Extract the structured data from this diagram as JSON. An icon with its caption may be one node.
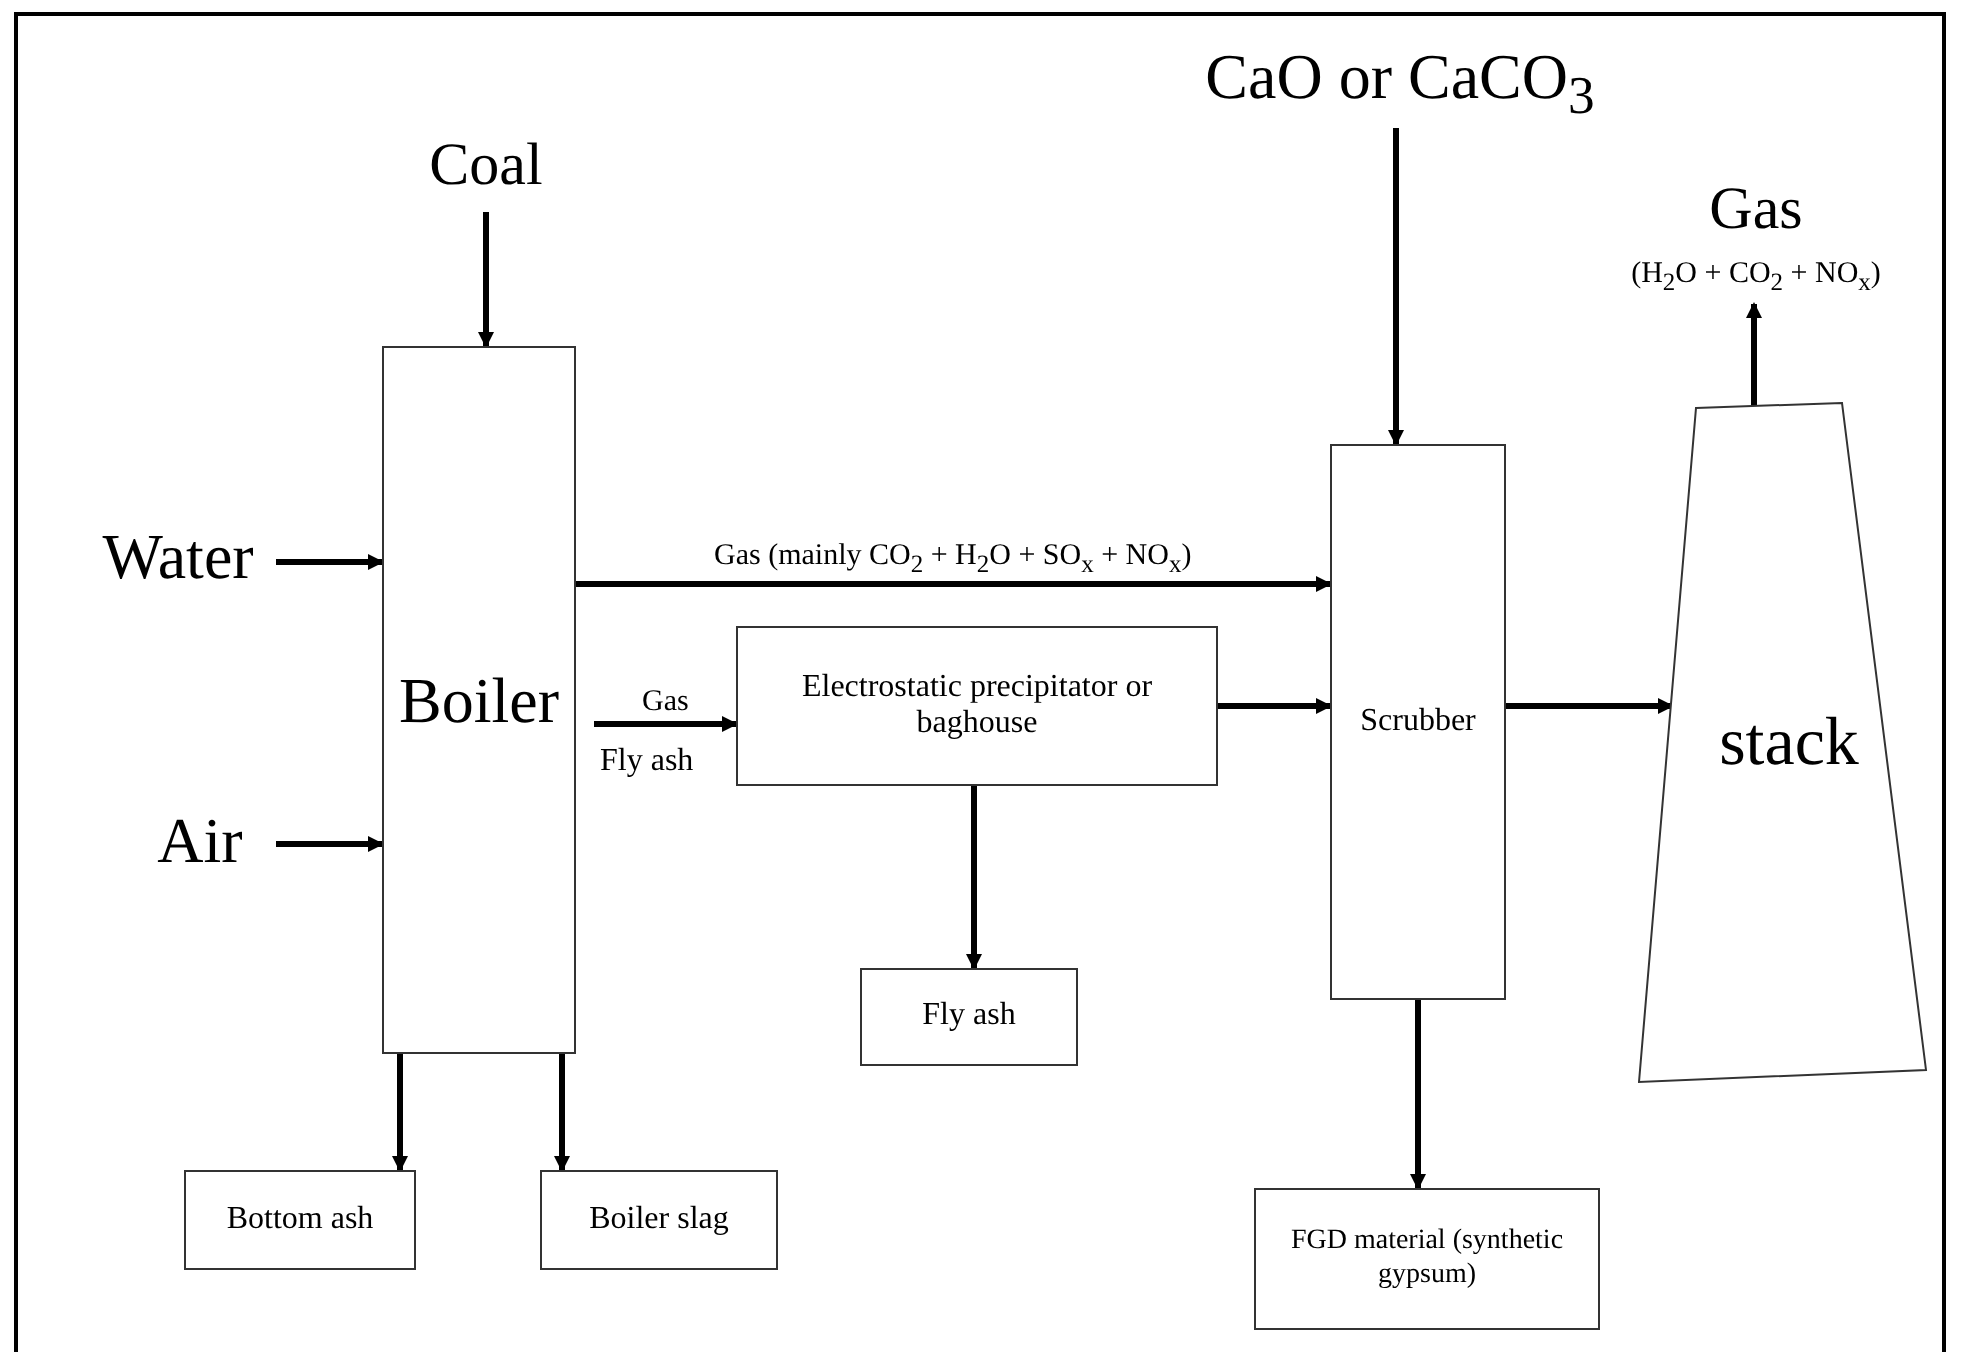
{
  "diagram": {
    "nodes": [
      {
        "text": [
          "Coal"
        ]
      },
      {
        "text": [
          "Water"
        ]
      },
      {
        "text": [
          "Air"
        ]
      },
      {
        "text": [
          "Boiler"
        ]
      },
      {
        "text": [
          "Bottom ash"
        ]
      },
      {
        "text": [
          "Boiler slag"
        ]
      },
      {
        "text": [
          "Electrostatic precipitator or baghouse"
        ]
      },
      {
        "text": [
          "Fly ash"
        ]
      },
      {
        "text": [
          "CaO or CaCO$_{3}$"
        ]
      },
      {
        "text": [
          "Scrubber"
        ]
      },
      {
        "text": [
          "stack"
        ]
      },
      {
        "text": [
          "Gas",
          "(H$_{2}$O + CO$_{2}$ + NO$_{x}$)"
        ]
      },
      {
        "text": [
          "FGD material (synthetic gypsum)"
        ]
      }
    ],
    "edges": [
      {
        "from": 0,
        "to": 3,
        "arrow": "to"
      },
      {
        "from": 1,
        "to": 3,
        "arrow": "to"
      },
      {
        "from": 2,
        "to": 3,
        "arrow": "to"
      },
      {
        "from": 3,
        "to": 9,
        "arrow": "to",
        "label": "Gas (mainly CO$_{2}$ + H$_{2}$O + SO$_{x}$ + NO$_{x}$)"
      },
      {
        "from": 3,
        "to": 6,
        "arrow": "to",
        "label": "Gas"
      },
      {
        "from": 3,
        "to": 4,
        "arrow": "to"
      },
      {
        "from": 3,
        "to": 5,
        "arrow": "to"
      },
      {
        "from": 6,
        "to": 7,
        "arrow": "to"
      },
      {
        "from": 6,
        "to": 9,
        "arrow": "to"
      },
      {
        "from": 8,
        "to": 9,
        "arrow": "to"
      },
      {
        "from": 9,
        "to": 10,
        "arrow": "to"
      },
      {
        "from": 10,
        "to": 11,
        "arrow": "to"
      },
      {
        "from": 9,
        "to": 12,
        "arrow": "to"
      }
    ],
    "labels": [
      "Fly ash"
    ]
  }
}
